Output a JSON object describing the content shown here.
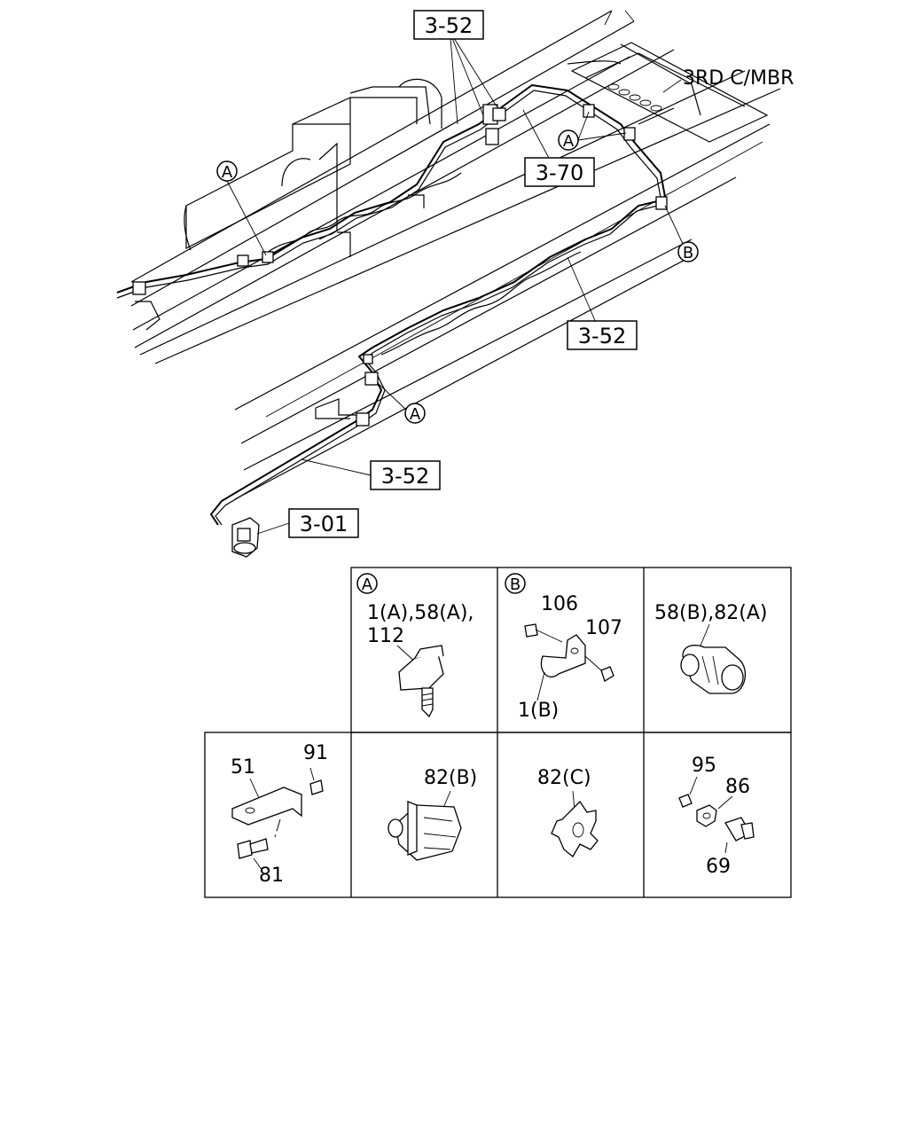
{
  "labels": {
    "ref_top": "3-52",
    "ref_mid": "3-70",
    "ref_right": "3-52",
    "ref_low": "3-52",
    "ref_valve": "3-01",
    "crossmember": "3RD C/MBR",
    "callout_a": "A",
    "callout_b": "B"
  },
  "details": {
    "cell_a_tag": "A",
    "cell_a_line1": "1(A),58(A),",
    "cell_a_line2": "112",
    "cell_b_tag": "B",
    "cell_b_106": "106",
    "cell_b_107": "107",
    "cell_b_1b": "1(B)",
    "cell_c": "58(B),82(A)",
    "cell_d_51": "51",
    "cell_d_91": "91",
    "cell_d_81": "81",
    "cell_e": "82(B)",
    "cell_f": "82(C)",
    "cell_g_95": "95",
    "cell_g_86": "86",
    "cell_g_69": "69"
  }
}
